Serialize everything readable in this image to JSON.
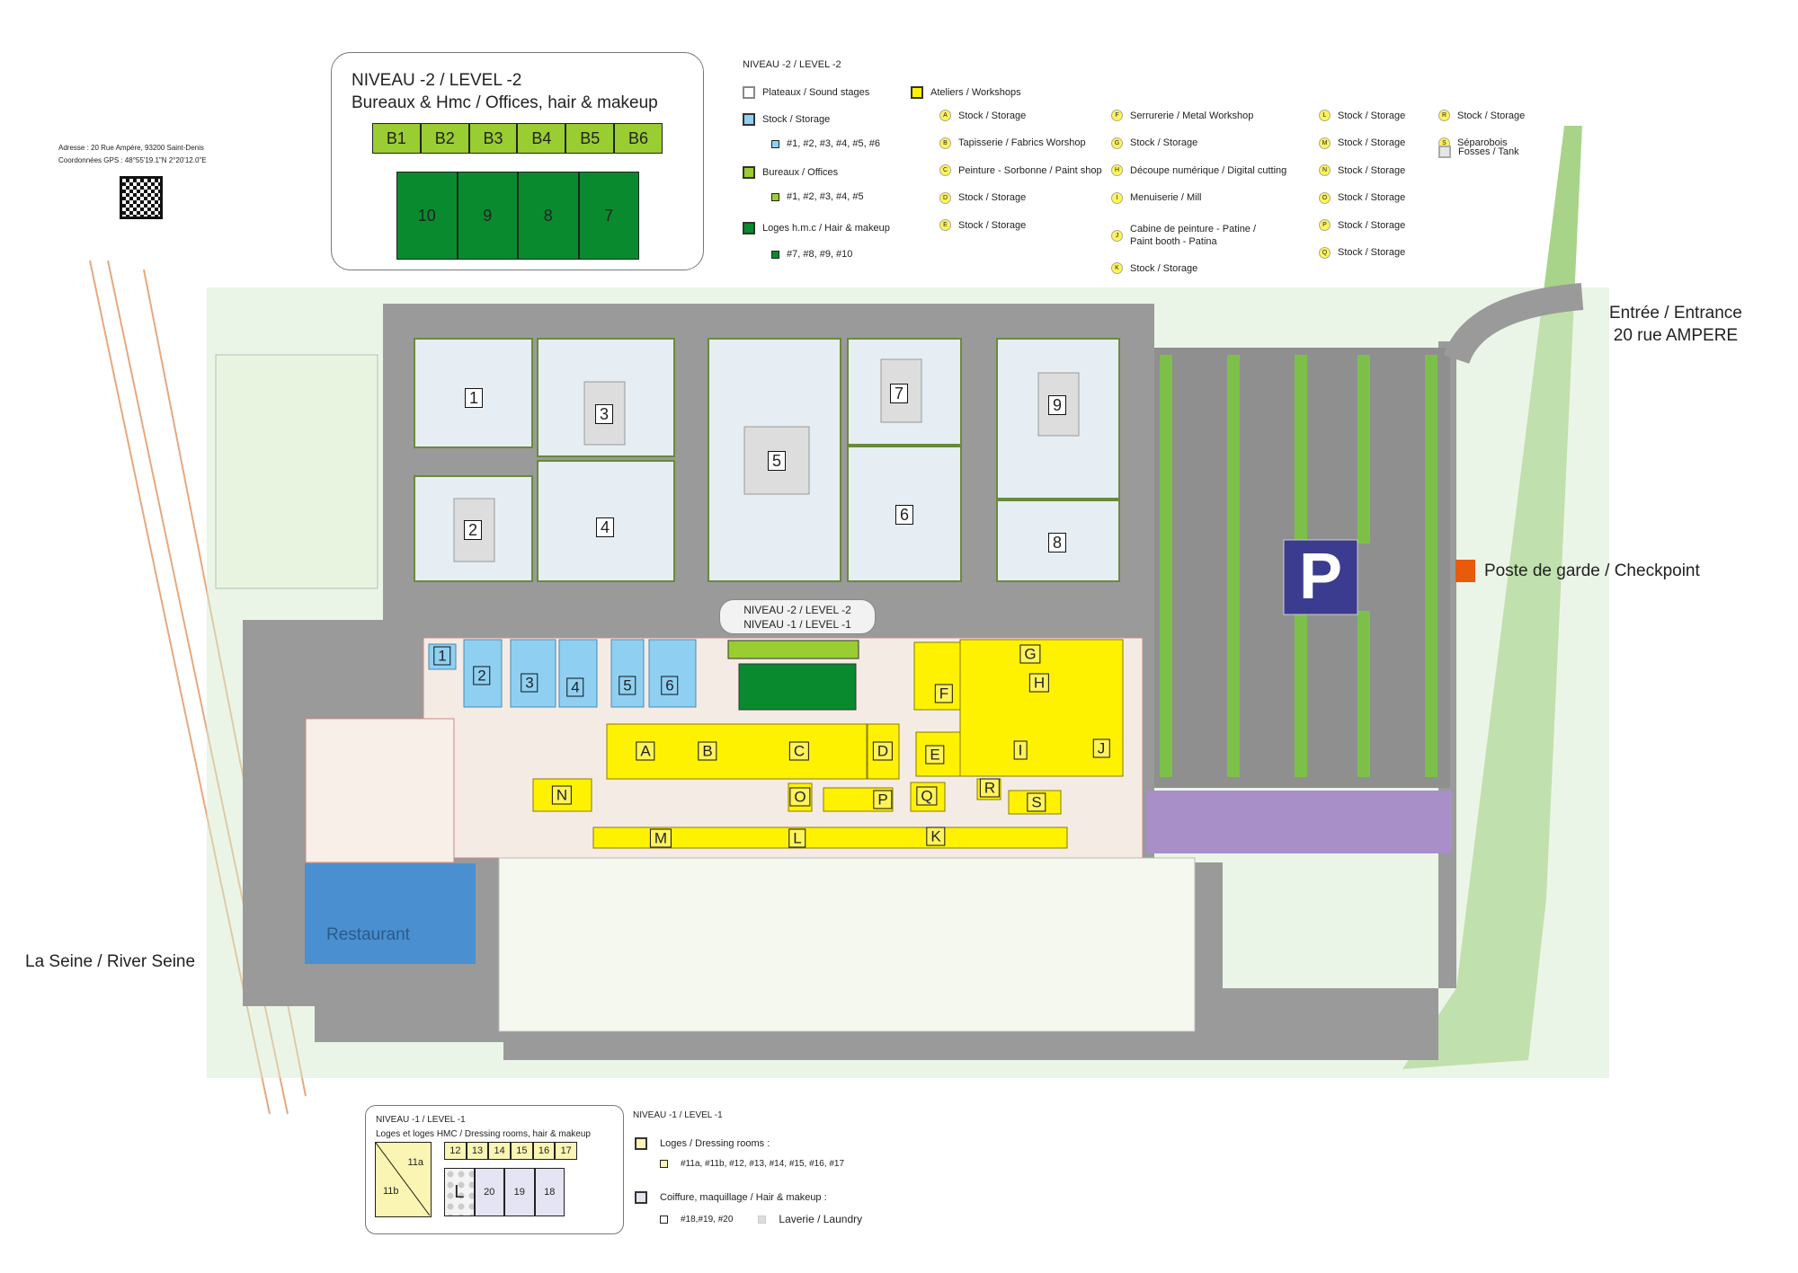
{
  "address": {
    "line1": "Adresse : 20 Rue Ampère, 93200 Saint-Denis",
    "line2": "Coordonnées GPS : 48°55'19.1\"N 2°20'12.0\"E"
  },
  "level2_box": {
    "title1": "NIVEAU -2  / LEVEL -2",
    "title2": "Bureaux & Hmc  / Offices, hair & makeup",
    "offices": [
      "B1",
      "B2",
      "B3",
      "B4",
      "B5",
      "B6"
    ],
    "hmc": [
      "10",
      "9",
      "8",
      "7"
    ]
  },
  "level2_legend": {
    "title": "NIVEAU -2  / LEVEL -2",
    "col1": [
      {
        "label": "Plateaux  /  Sound stages",
        "color": "#ffffff"
      },
      {
        "label": "Stock  / Storage",
        "color": "#8fd0f2",
        "sub": "#1, #2, #3, #4, #5, #6"
      },
      {
        "label": "Bureaux  /  Offices",
        "color": "#9acd32",
        "sub": "#1, #2, #3, #4, #5"
      },
      {
        "label": "Loges h.m.c  /  Hair & makeup",
        "color": "#0a8a2e",
        "sub": "#7, #8, #9, #10"
      }
    ],
    "workshops_label": "Ateliers  /  Workshops",
    "items": [
      {
        "k": "A",
        "label": "Stock  / Storage"
      },
      {
        "k": "B",
        "label": "Tapisserie  /  Fabrics Worshop"
      },
      {
        "k": "C",
        "label": "Peinture - Sorbonne / Paint shop"
      },
      {
        "k": "D",
        "label": "Stock  / Storage"
      },
      {
        "k": "E",
        "label": "Stock  / Storage"
      },
      {
        "k": "F",
        "label": "Serrurerie  /  Metal Workshop"
      },
      {
        "k": "G",
        "label": "Stock  / Storage"
      },
      {
        "k": "H",
        "label": "Découpe numérique  /  Digital cutting"
      },
      {
        "k": "I",
        "label": "Menuiserie  /  Mill"
      },
      {
        "k": "J",
        "label": "Cabine de peinture - Patine  /",
        "label2": "Paint booth - Patina"
      },
      {
        "k": "K",
        "label": "Stock  / Storage"
      },
      {
        "k": "L",
        "label": "Stock  / Storage"
      },
      {
        "k": "M",
        "label": "Stock  / Storage"
      },
      {
        "k": "N",
        "label": "Stock  / Storage"
      },
      {
        "k": "O",
        "label": "Stock  / Storage"
      },
      {
        "k": "P",
        "label": "Stock  / Storage"
      },
      {
        "k": "Q",
        "label": "Stock  / Storage"
      },
      {
        "k": "R",
        "label": "Stock  / Storage"
      },
      {
        "k": "S",
        "label": "Séparobois"
      }
    ],
    "tank": "Fosses  /  Tank"
  },
  "map": {
    "stages": [
      "1",
      "2",
      "3",
      "4",
      "5",
      "6",
      "7",
      "8",
      "9"
    ],
    "storage": [
      "1",
      "2",
      "3",
      "4",
      "5",
      "6"
    ],
    "workshops": [
      "A",
      "B",
      "C",
      "D",
      "E",
      "F",
      "G",
      "H",
      "I",
      "J",
      "N",
      "O",
      "P",
      "Q",
      "R",
      "S",
      "M",
      "L",
      "K"
    ],
    "level_tag1": "NIVEAU -2  /  LEVEL -2",
    "level_tag2": "NIVEAU -1  /  LEVEL -1",
    "restaurant": "Restaurant",
    "river": "La Seine  /  River Seine",
    "entrance1": "Entrée / Entrance",
    "entrance2": "20 rue AMPERE",
    "checkpoint": "Poste de garde / Checkpoint",
    "parking": "P",
    "colors": {
      "road": "#9a9a9a",
      "green": "#7cc04a",
      "yellow": "#fff200",
      "blue": "#8fd0f2",
      "darkgreen": "#0a8a2e",
      "parking": "#3b3b8f",
      "checkpoint": "#e85a0c"
    }
  },
  "level1_box": {
    "title1": "NIVEAU -1  / LEVEL -1",
    "title2": "Loges et loges HMC   / Dressing rooms, hair & makeup",
    "top": [
      "12",
      "13",
      "14",
      "15",
      "16",
      "17"
    ],
    "a": "11a",
    "b": "11b",
    "laundry": "L",
    "hmc": [
      "20",
      "19",
      "18"
    ]
  },
  "level1_legend": {
    "title": "NIVEAU -1  / LEVEL -1",
    "loges": "Loges   /  Dressing rooms :",
    "loges_sub": "#11a, #11b, #12, #13, #14, #15, #16, #17",
    "hmc": "Coiffure, maquillage  /  Hair &  makeup :",
    "hmc_sub": "#18,#19, #20",
    "laundry": "Laverie  /  Laundry"
  }
}
